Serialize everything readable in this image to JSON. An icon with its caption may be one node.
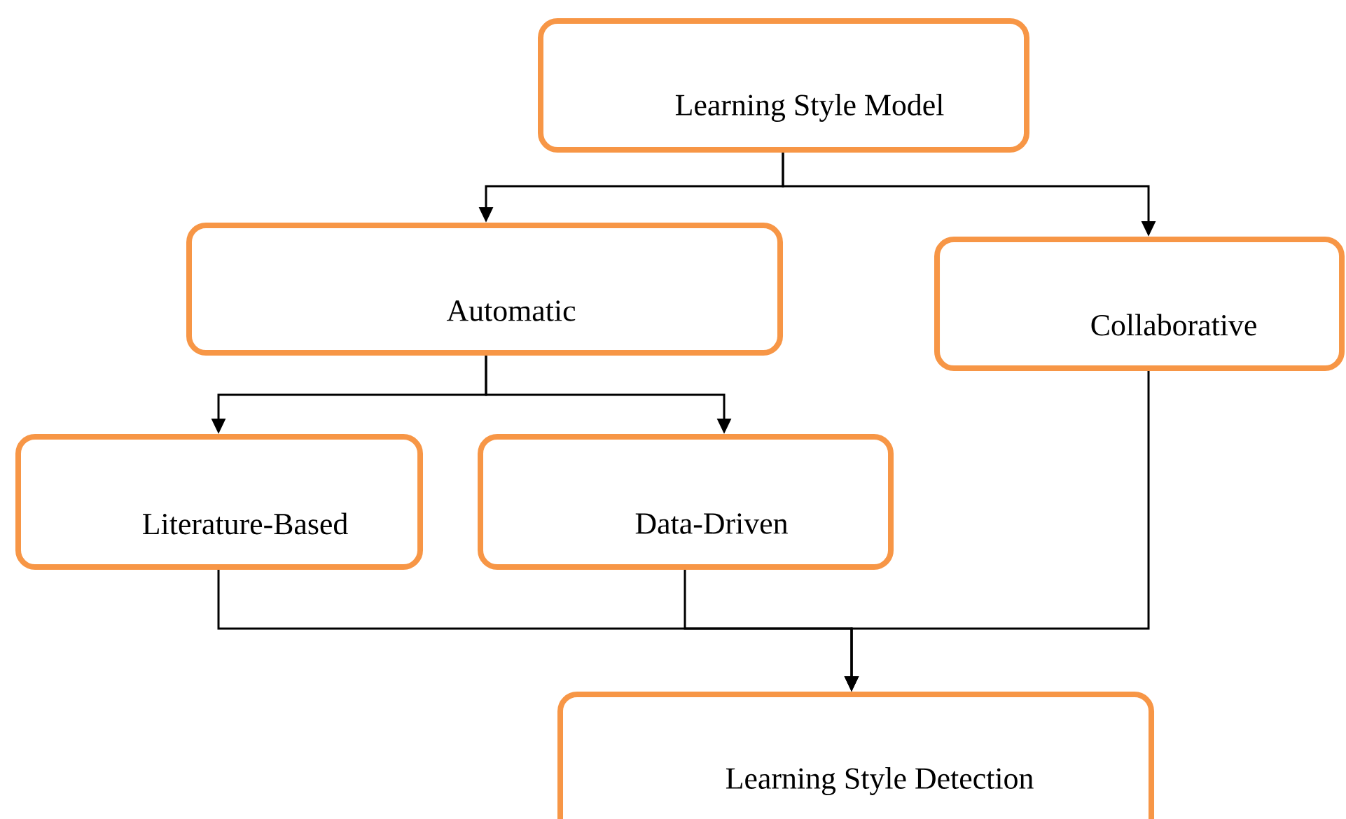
{
  "diagram": {
    "nodes": [
      {
        "text": [
          "Learning Style Model"
        ]
      },
      {
        "text": [
          "Automatic"
        ]
      },
      {
        "text": [
          "Collaborative"
        ]
      },
      {
        "text": [
          "Literature-Based"
        ]
      },
      {
        "text": [
          "Data-Driven"
        ]
      },
      {
        "text": [
          "Learning Style Detection"
        ]
      }
    ],
    "edges": [
      {
        "from": 0,
        "to": 1,
        "arrow": "to"
      },
      {
        "from": 0,
        "to": 2,
        "arrow": "to"
      },
      {
        "from": 1,
        "to": 3,
        "arrow": "to"
      },
      {
        "from": 1,
        "to": 4,
        "arrow": "to"
      },
      {
        "from": 3,
        "to": 5,
        "arrow": "to"
      },
      {
        "from": 4,
        "to": 5,
        "arrow": "to"
      },
      {
        "from": 2,
        "to": 5,
        "arrow": "to"
      }
    ]
  }
}
